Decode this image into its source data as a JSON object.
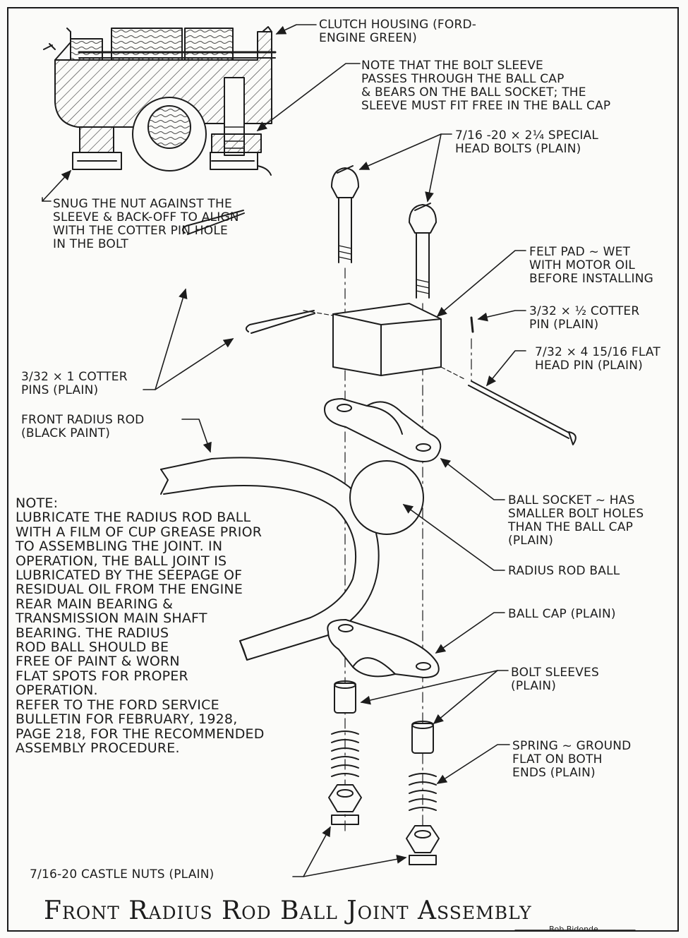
{
  "title": "Front Radius Rod Ball Joint Assembly",
  "signature": "Bob Bidonde",
  "labels": {
    "clutch_housing": [
      "CLUTCH HOUSING (FORD-",
      "ENGINE GREEN)"
    ],
    "bolt_sleeve_note": [
      "NOTE THAT THE BOLT SLEEVE",
      "PASSES THROUGH THE BALL CAP",
      "& BEARS ON THE BALL SOCKET; THE",
      "SLEEVE MUST FIT FREE IN THE BALL CAP"
    ],
    "special_head_bolts": [
      "7/16 -20 × 2¼ SPECIAL",
      "HEAD BOLTS (PLAIN)"
    ],
    "snug_nut": [
      "SNUG THE NUT AGAINST THE",
      "SLEEVE & BACK-OFF TO ALIGN",
      "WITH THE COTTER PIN HOLE",
      "IN THE BOLT"
    ],
    "felt_pad": [
      "FELT PAD ~ WET",
      "WITH MOTOR OIL",
      "BEFORE INSTALLING"
    ],
    "cotter_pin_small": [
      "3/32 × ½ COTTER",
      "PIN (PLAIN)"
    ],
    "flat_head_pin": [
      "7/32 × 4 15/16 FLAT",
      "HEAD PIN (PLAIN)"
    ],
    "cotter_pins": [
      "3/32 × 1 COTTER",
      "PINS (PLAIN)"
    ],
    "front_radius_rod": [
      "FRONT RADIUS ROD",
      "(BLACK PAINT)"
    ],
    "ball_socket": [
      "BALL SOCKET ~ HAS",
      "SMALLER BOLT HOLES",
      "THAN THE BALL CAP",
      "(PLAIN)"
    ],
    "radius_rod_ball": [
      "RADIUS ROD BALL"
    ],
    "ball_cap": [
      "BALL CAP (PLAIN)"
    ],
    "bolt_sleeves": [
      "BOLT SLEEVES",
      "(PLAIN)"
    ],
    "spring": [
      "SPRING ~ GROUND",
      "FLAT ON BOTH",
      "ENDS (PLAIN)"
    ],
    "castle_nuts": [
      "7/16-20 CASTLE NUTS (PLAIN)"
    ]
  },
  "note": [
    "NOTE:",
    "LUBRICATE THE RADIUS ROD BALL",
    "WITH A FILM OF CUP GREASE PRIOR",
    "TO ASSEMBLING THE JOINT. IN",
    "OPERATION, THE BALL JOINT IS",
    "LUBRICATED BY THE SEEPAGE OF",
    "RESIDUAL OIL FROM THE ENGINE",
    "REAR MAIN BEARING &",
    "TRANSMISSION MAIN SHAFT",
    "BEARING. THE RADIUS",
    "ROD BALL SHOULD BE",
    "FREE OF PAINT & WORN",
    "FLAT SPOTS FOR PROPER",
    "OPERATION.",
    "REFER TO THE FORD SERVICE",
    "BULLETIN FOR FEBRUARY, 1928,",
    "PAGE 218, FOR THE RECOMMENDED",
    "ASSEMBLY PROCEDURE."
  ]
}
